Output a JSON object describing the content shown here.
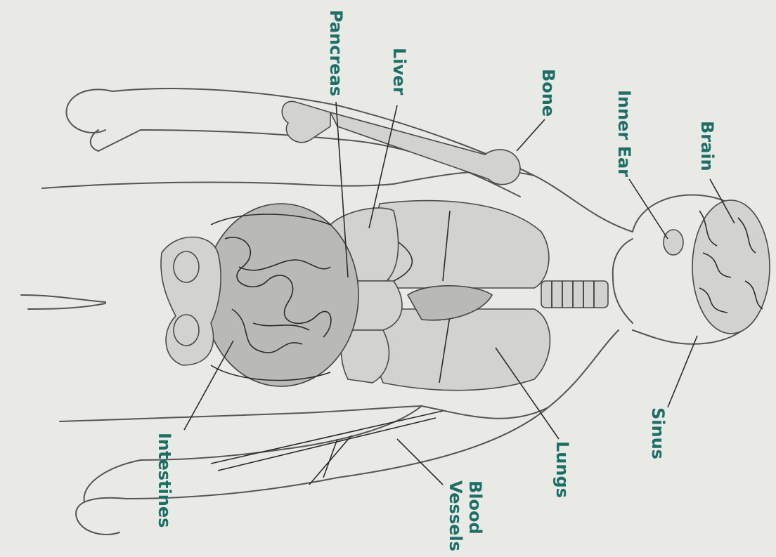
{
  "labels": {
    "brain": "Brain",
    "inner_ear": "Inner Ear",
    "bone": "Bone",
    "liver": "Liver",
    "pancreas": "Pancreas",
    "sinus": "Sinus",
    "lungs": "Lungs",
    "blood_vessels_line1": "Blood",
    "blood_vessels_line2": "Vessels",
    "intestines": "Intestines"
  },
  "colors": {
    "background": "#e9e9e6",
    "label": "#1f6e66",
    "outline": "#555555",
    "organ_fill": "#d2d2cf"
  }
}
